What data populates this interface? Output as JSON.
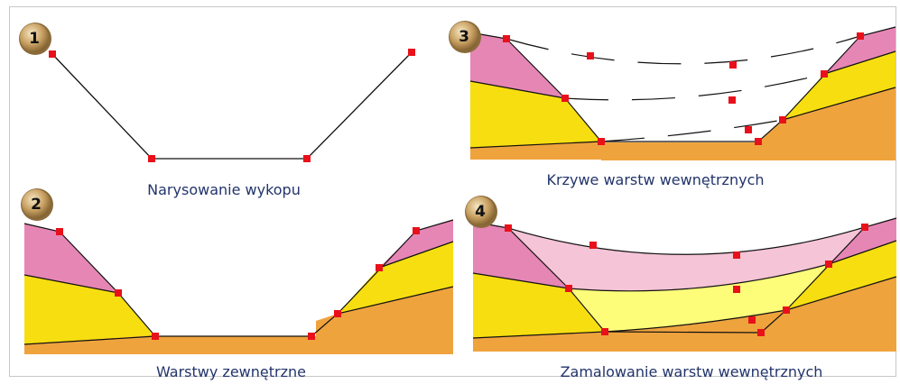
{
  "colors": {
    "pink": "#e686b5",
    "light_pink": "#f5c4d6",
    "yellow": "#f7de10",
    "light_yellow": "#fdfd7a",
    "orange": "#efa33d",
    "point": "#e8101a",
    "line": "#111111",
    "caption": "#22346b",
    "badge": "#c8a062"
  },
  "steps": [
    {
      "number": "1",
      "caption": "Narysowanie wykopu"
    },
    {
      "number": "2",
      "caption": "Warstwy zewnętrzne"
    },
    {
      "number": "3",
      "caption": "Krzywe warstw wewnętrznych"
    },
    {
      "number": "4",
      "caption": "Zamalowanie warstw wewnętrznych"
    }
  ]
}
